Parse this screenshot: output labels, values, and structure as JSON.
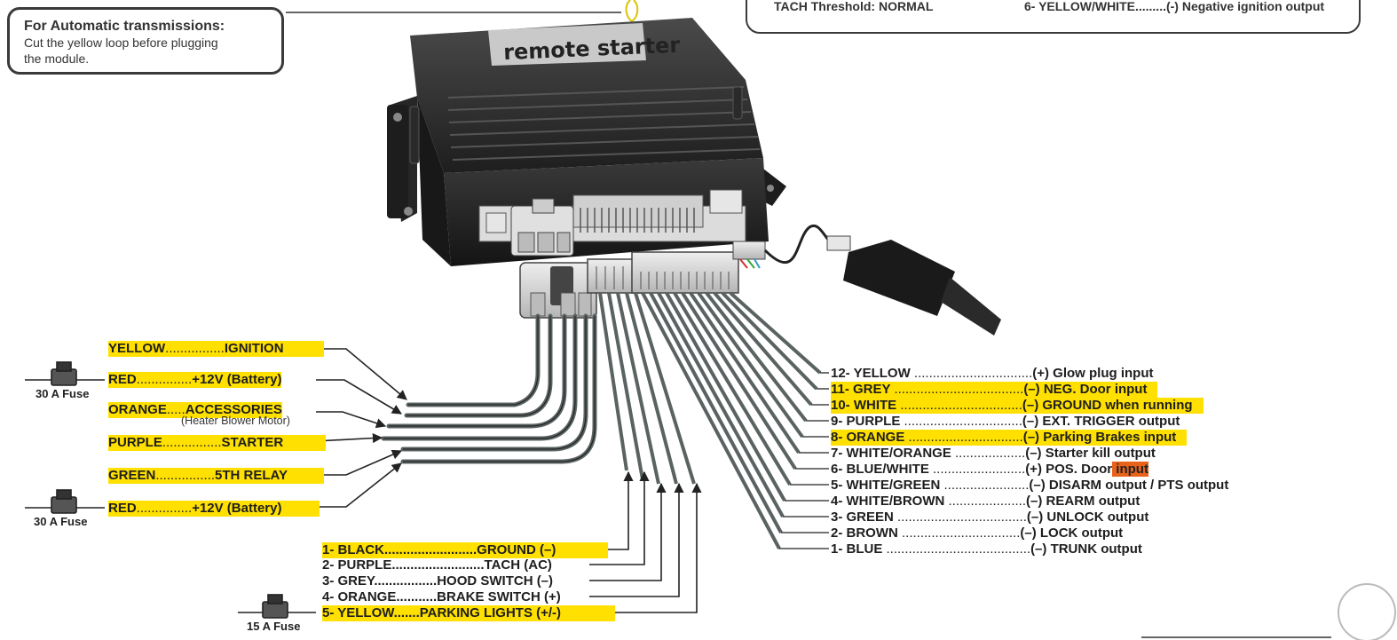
{
  "callout": {
    "title": "For Automatic transmissions:",
    "body_line1": "Cut the yellow loop before plugging",
    "body_line2": "the module."
  },
  "top_box": {
    "left_text": "TACH Threshold: NORMAL",
    "right_text": "6- YELLOW/WHITE.........(-) Negative ignition output"
  },
  "module": {
    "label": "remote starter"
  },
  "left_power_wires": [
    {
      "color": "YELLOW",
      "dots": "................",
      "function": "IGNITION",
      "highlight": true
    },
    {
      "color": "RED",
      "dots": "...............",
      "function": "+12V (Battery)",
      "highlight": true
    },
    {
      "color": "ORANGE",
      "dots": ".....",
      "function": "ACCESSORIES",
      "note": "(Heater Blower Motor)",
      "highlight": true
    },
    {
      "color": "PURPLE",
      "dots": "................",
      "function": "STARTER",
      "highlight": true
    },
    {
      "color": "GREEN",
      "dots": "................",
      "function": "5TH RELAY",
      "highlight": true
    },
    {
      "color": "RED",
      "dots": "...............",
      "function": "+12V (Battery)",
      "highlight": true
    }
  ],
  "fuses": [
    "30 A Fuse",
    "30 A Fuse",
    "15 A Fuse"
  ],
  "bottom_wires": [
    {
      "text": "1- BLACK.........................GROUND (–)",
      "highlight": true
    },
    {
      "text": "2- PURPLE.........................TACH (AC)",
      "highlight": false
    },
    {
      "text": "3- GREY.................HOOD SWITCH (–)",
      "highlight": false
    },
    {
      "text": "4- ORANGE...........BRAKE SWITCH (+)",
      "highlight": false
    },
    {
      "text": "5- YELLOW.......PARKING LIGHTS (+/-)",
      "highlight": true
    }
  ],
  "right_wires": [
    {
      "wire": "12- YELLOW",
      "dots": "................................",
      "function": "(+) Glow plug input",
      "highlight": "none"
    },
    {
      "wire": "11- GREY",
      "dots": "...................................",
      "function": "(–) NEG. Door input",
      "highlight": "full"
    },
    {
      "wire": "10- WHITE",
      "dots": ".................................",
      "function": "(–) GROUND when running",
      "highlight": "full"
    },
    {
      "wire": "9- PURPLE",
      "dots": "................................",
      "function": "(–) EXT. TRIGGER output",
      "highlight": "none"
    },
    {
      "wire": "8- ORANGE",
      "dots": "...............................",
      "function": "(–) Parking Brakes input",
      "highlight": "full"
    },
    {
      "wire": "7- WHITE/ORANGE",
      "dots": "...................",
      "function": "(–) Starter kill output",
      "highlight": "none"
    },
    {
      "wire": "6- BLUE/WHITE",
      "dots": ".........................",
      "function": "(+) POS. Door",
      "function_tail": "input",
      "highlight": "tail"
    },
    {
      "wire": "5- WHITE/GREEN",
      "dots": ".......................",
      "function": "(–) DISARM output / PTS output",
      "highlight": "none"
    },
    {
      "wire": "4- WHITE/BROWN",
      "dots": ".....................",
      "function": "(–) REARM output",
      "highlight": "none"
    },
    {
      "wire": "3- GREEN",
      "dots": "...................................",
      "function": "(–) UNLOCK output",
      "highlight": "none"
    },
    {
      "wire": "2- BROWN",
      "dots": "................................",
      "function": "(–) LOCK output",
      "highlight": "none"
    },
    {
      "wire": "1- BLUE",
      "dots": ".......................................",
      "function": "(–) TRUNK output",
      "highlight": "none"
    }
  ],
  "colors": {
    "highlight": "#ffe000",
    "highlight_orange": "#e8621a",
    "wire": "#5a6262",
    "module_body": "#2b2b2b"
  }
}
